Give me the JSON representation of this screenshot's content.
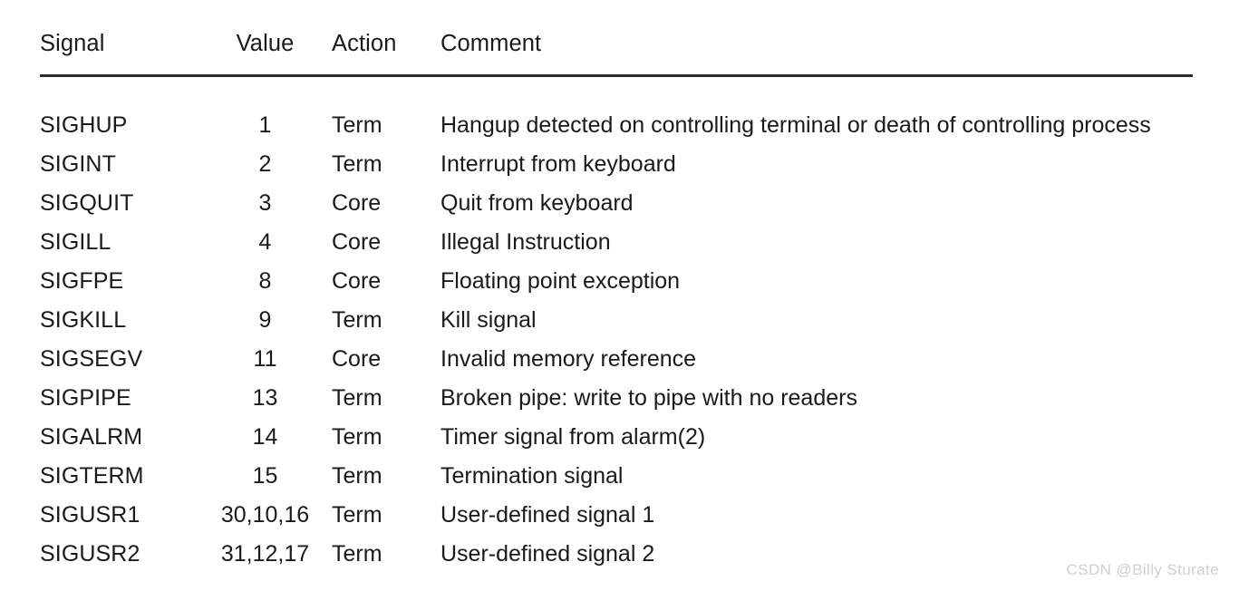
{
  "table": {
    "columns": [
      {
        "key": "signal",
        "label": "Signal"
      },
      {
        "key": "value",
        "label": "Value"
      },
      {
        "key": "action",
        "label": "Action"
      },
      {
        "key": "comment",
        "label": "Comment"
      }
    ],
    "rows": [
      {
        "signal": "SIGHUP",
        "value": "1",
        "action": "Term",
        "comment": "Hangup detected on controlling terminal or death of controlling process"
      },
      {
        "signal": "SIGINT",
        "value": "2",
        "action": "Term",
        "comment": "Interrupt from keyboard"
      },
      {
        "signal": "SIGQUIT",
        "value": "3",
        "action": "Core",
        "comment": "Quit from keyboard"
      },
      {
        "signal": "SIGILL",
        "value": "4",
        "action": "Core",
        "comment": "Illegal Instruction"
      },
      {
        "signal": "SIGFPE",
        "value": "8",
        "action": "Core",
        "comment": "Floating point exception"
      },
      {
        "signal": "SIGKILL",
        "value": "9",
        "action": "Term",
        "comment": "Kill signal"
      },
      {
        "signal": "SIGSEGV",
        "value": "11",
        "action": "Core",
        "comment": "Invalid memory reference"
      },
      {
        "signal": "SIGPIPE",
        "value": "13",
        "action": "Term",
        "comment": "Broken pipe: write to pipe with no readers"
      },
      {
        "signal": "SIGALRM",
        "value": "14",
        "action": "Term",
        "comment": "Timer signal from alarm(2)"
      },
      {
        "signal": "SIGTERM",
        "value": "15",
        "action": "Term",
        "comment": "Termination signal"
      },
      {
        "signal": "SIGUSR1",
        "value": "30,10,16",
        "action": "Term",
        "comment": "User-defined signal 1"
      },
      {
        "signal": "SIGUSR2",
        "value": "31,12,17",
        "action": "Term",
        "comment": "User-defined signal 2"
      }
    ]
  },
  "watermark": {
    "text": "CSDN @Billy Sturate",
    "color": "#cfcfcf"
  },
  "colors": {
    "background": "#ffffff",
    "text": "#1a1a1a",
    "rule": "#2b2b2b"
  }
}
